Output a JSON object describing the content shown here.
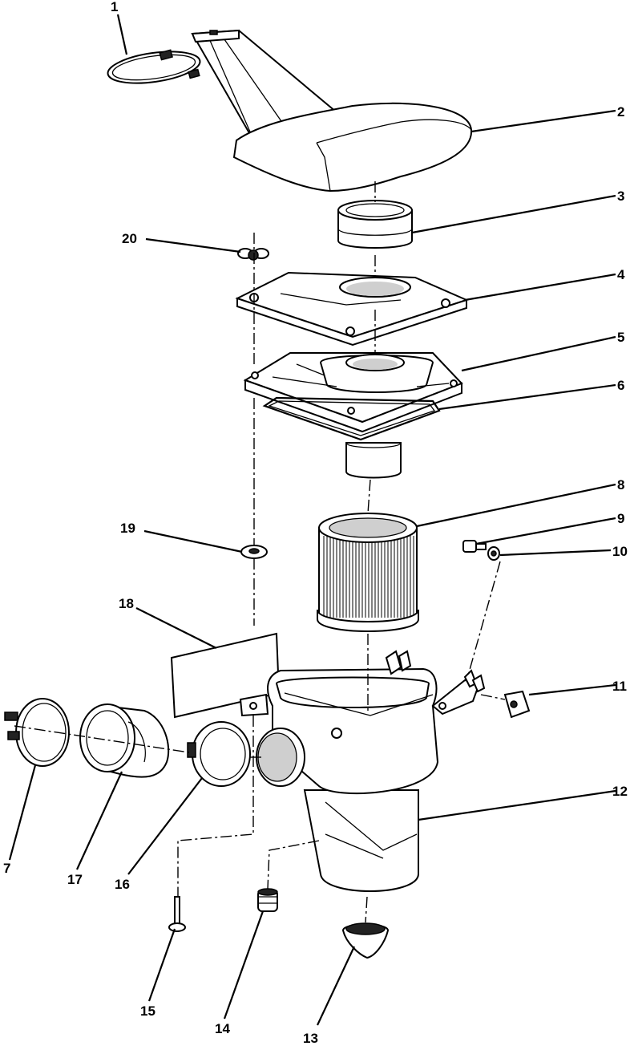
{
  "diagram": {
    "callouts": [
      {
        "id": "1",
        "part": "clamp-ring"
      },
      {
        "id": "2",
        "part": "airbox-cover"
      },
      {
        "id": "3",
        "part": "rubber-coupler"
      },
      {
        "id": "4",
        "part": "top-plate"
      },
      {
        "id": "5",
        "part": "filter-lid"
      },
      {
        "id": "6",
        "part": "gasket"
      },
      {
        "id": "8",
        "part": "air-filter-element"
      },
      {
        "id": "9",
        "part": "screw"
      },
      {
        "id": "10",
        "part": "washer"
      },
      {
        "id": "11",
        "part": "clip-nut"
      },
      {
        "id": "12",
        "part": "airbox-housing"
      },
      {
        "id": "13",
        "part": "drain-valve"
      },
      {
        "id": "14",
        "part": "plug"
      },
      {
        "id": "15",
        "part": "bolt"
      },
      {
        "id": "16",
        "part": "hose-clamp"
      },
      {
        "id": "17",
        "part": "intake-adapter"
      },
      {
        "id": "18",
        "part": "decal"
      },
      {
        "id": "19",
        "part": "grommet-washer"
      },
      {
        "id": "20",
        "part": "wing-nut"
      },
      {
        "id": "7",
        "part": "outer-clamp"
      }
    ]
  }
}
